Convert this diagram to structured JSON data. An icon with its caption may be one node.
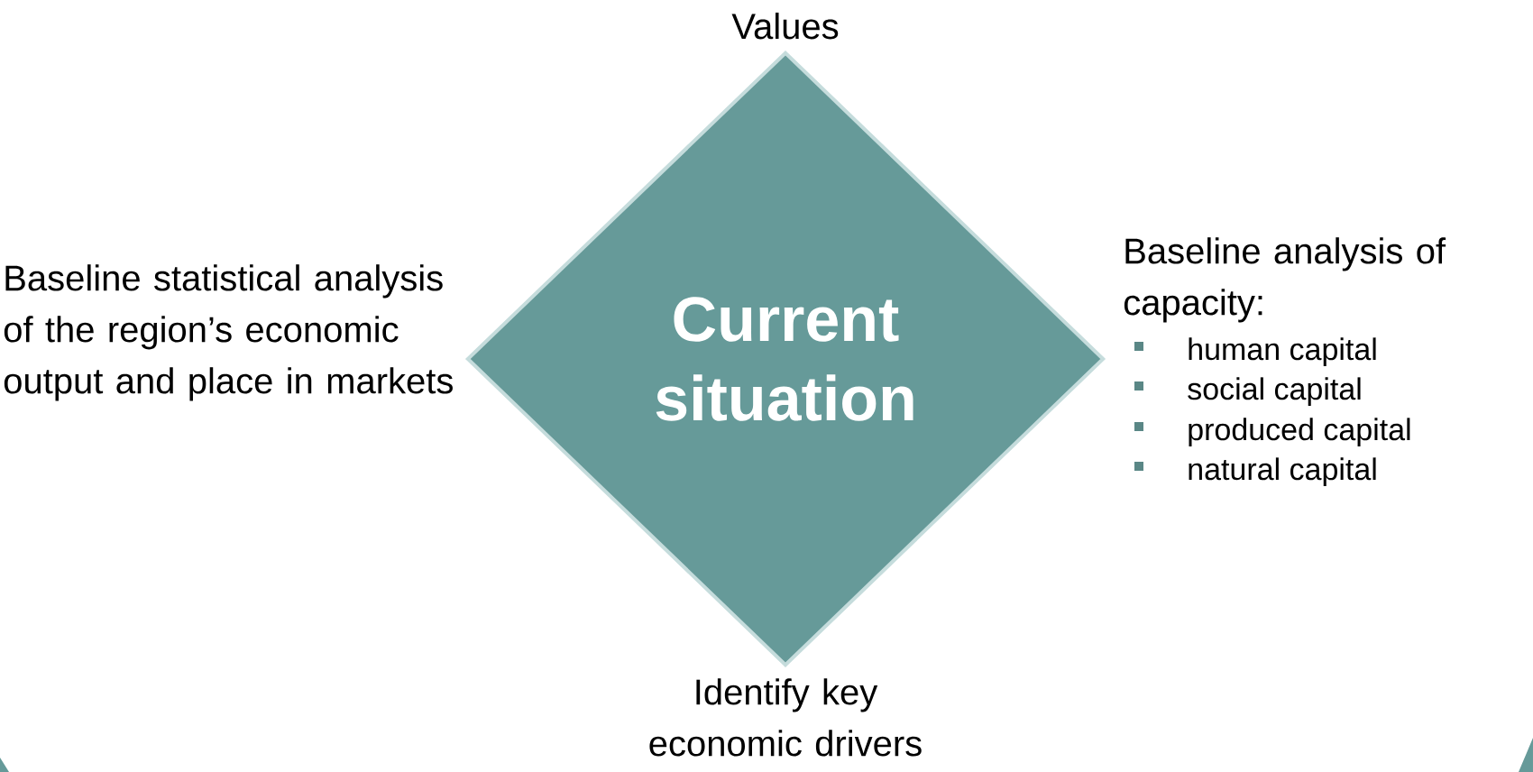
{
  "diagram": {
    "nodes": [
      {
        "text": [
          "Current situation"
        ]
      }
    ],
    "labels": [
      "Values",
      "Baseline statistical analysis of the region’s economic output and place in markets",
      "Baseline analysis of capacity:",
      "human capital",
      "social capital",
      "produced capital",
      "natural capital",
      "Identify key economic drivers"
    ]
  }
}
